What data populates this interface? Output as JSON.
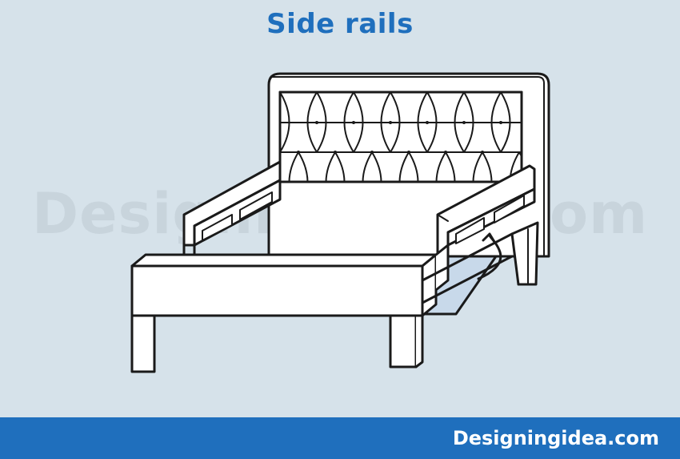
{
  "title": "Side rails",
  "watermark": "Designingidea.com",
  "footer": {
    "brand": "Designingidea.com"
  },
  "colors": {
    "background": "#d6e2ea",
    "accent": "#1f6fbd",
    "title": "#1f6fbd",
    "footer_bar": "#1f6fbd",
    "footer_text": "#ffffff",
    "line": "#1a1a1a",
    "bed_fill": "#ffffff",
    "shadow": "#c8d9ea"
  },
  "illustration": {
    "subject": "bed-with-side-rails",
    "icons": [
      "curved-arrow-icon"
    ]
  }
}
